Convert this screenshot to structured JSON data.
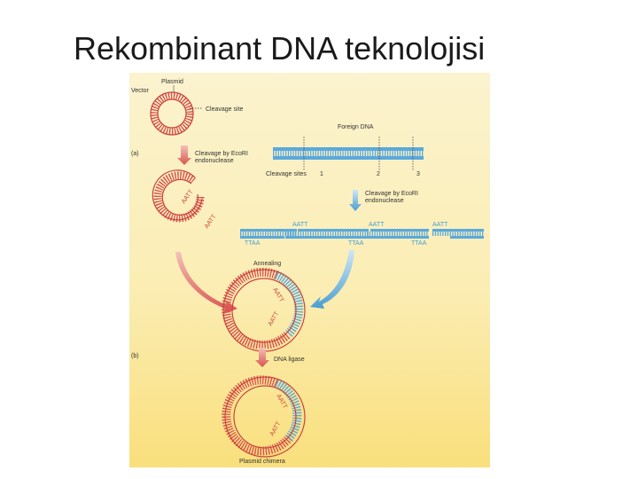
{
  "slide": {
    "title": "Rekombinant DNA teknolojisi"
  },
  "figure": {
    "plasmid": "Plasmid",
    "vector": "Vector",
    "cleavage_site": "Cleavage site",
    "panel_a": "(a)",
    "cleavage_by_line1": "Cleavage by EcoRI",
    "cleavage_by_line2": "endonuclease",
    "foreign_dna": "Foreign DNA",
    "cleavage_sites": "Cleavage sites",
    "site_1": "1",
    "site_2": "2",
    "site_3": "3",
    "cleavage_by2_line1": "Cleavage by EcoRI",
    "cleavage_by2_line2": "endonuclease",
    "sticky_aatt": "AATT",
    "sticky_ttaa": "TTAA",
    "annealing": "Annealing",
    "panel_b": "(b)",
    "dna_ligase": "DNA ligase",
    "plasmid_chimera": "Plasmid chimera"
  },
  "colors": {
    "plasmid_red": "#d9534f",
    "foreign_blue": "#5aa9dc",
    "background": "#fbedb3"
  }
}
